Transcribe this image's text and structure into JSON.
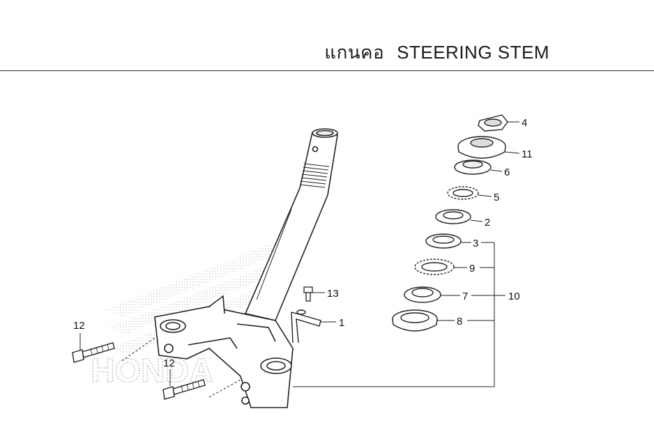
{
  "title": {
    "thai": "แกนคอ",
    "english": "STEERING STEM"
  },
  "watermark": "HONDA",
  "callouts": [
    {
      "id": "4",
      "label": "4"
    },
    {
      "id": "11",
      "label": "11"
    },
    {
      "id": "6",
      "label": "6"
    },
    {
      "id": "5",
      "label": "5"
    },
    {
      "id": "2",
      "label": "2"
    },
    {
      "id": "3",
      "label": "3"
    },
    {
      "id": "9",
      "label": "9"
    },
    {
      "id": "7",
      "label": "7"
    },
    {
      "id": "8",
      "label": "8"
    },
    {
      "id": "10",
      "label": "10"
    },
    {
      "id": "13",
      "label": "13"
    },
    {
      "id": "1",
      "label": "1"
    },
    {
      "id": "12a",
      "label": "12"
    },
    {
      "id": "12b",
      "label": "12"
    }
  ]
}
